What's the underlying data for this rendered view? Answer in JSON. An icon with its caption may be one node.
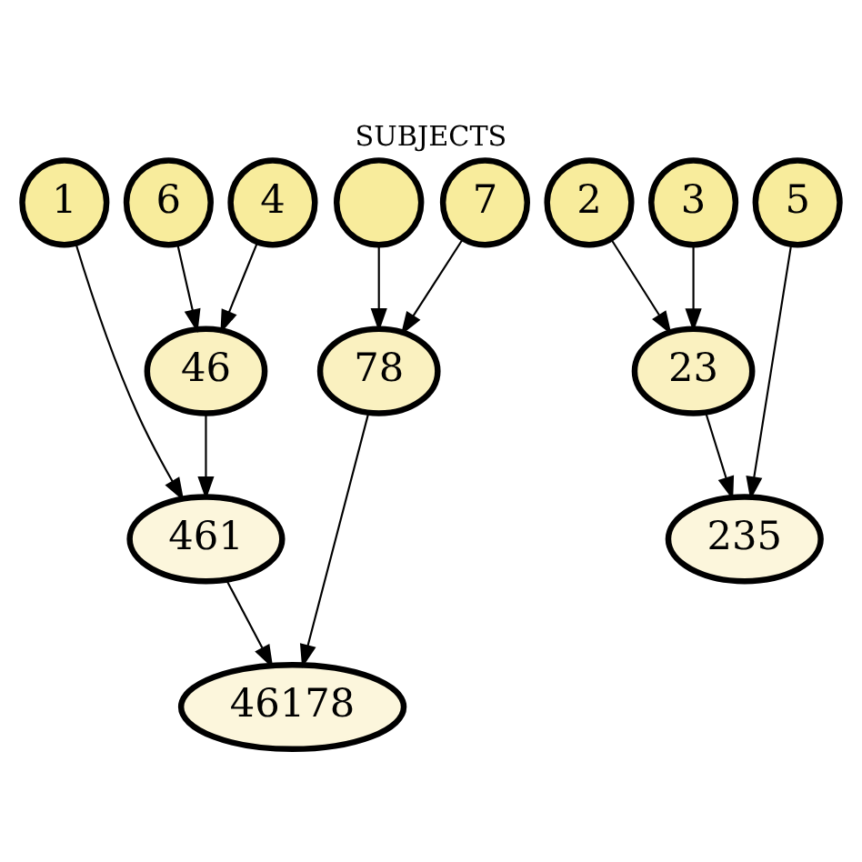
{
  "diagram": {
    "title": "SUBJECTS",
    "nodes": [
      {
        "text": [
          "1"
        ]
      },
      {
        "text": [
          "2"
        ]
      },
      {
        "text": [
          "3"
        ]
      },
      {
        "text": [
          "4"
        ]
      },
      {
        "text": [
          "5"
        ]
      },
      {
        "text": [
          "6"
        ]
      },
      {
        "text": [
          "7"
        ]
      },
      {
        "text": [],
        "shape": "circle"
      },
      {
        "text": [
          "46"
        ]
      },
      {
        "text": [
          "23"
        ]
      },
      {
        "text": [
          "78"
        ]
      },
      {
        "text": [
          "235"
        ]
      },
      {
        "text": [
          "461"
        ]
      },
      {
        "text": [
          "46178"
        ]
      }
    ],
    "edges": [
      {
        "from": 0,
        "to": 12,
        "arrow": "to"
      },
      {
        "from": 1,
        "to": 9,
        "arrow": "to"
      },
      {
        "from": 2,
        "to": 9,
        "arrow": "to"
      },
      {
        "from": 3,
        "to": 8,
        "arrow": "to"
      },
      {
        "from": 5,
        "to": 8,
        "arrow": "to"
      },
      {
        "from": 4,
        "to": 11,
        "arrow": "to"
      },
      {
        "from": 9,
        "to": 11,
        "arrow": "to"
      },
      {
        "from": 8,
        "to": 12,
        "arrow": "to"
      },
      {
        "from": 6,
        "to": 10,
        "arrow": "to"
      },
      {
        "from": 7,
        "to": 10,
        "arrow": "to"
      },
      {
        "from": 12,
        "to": 13,
        "arrow": "to"
      },
      {
        "from": 10,
        "to": 13,
        "arrow": "to"
      }
    ]
  }
}
